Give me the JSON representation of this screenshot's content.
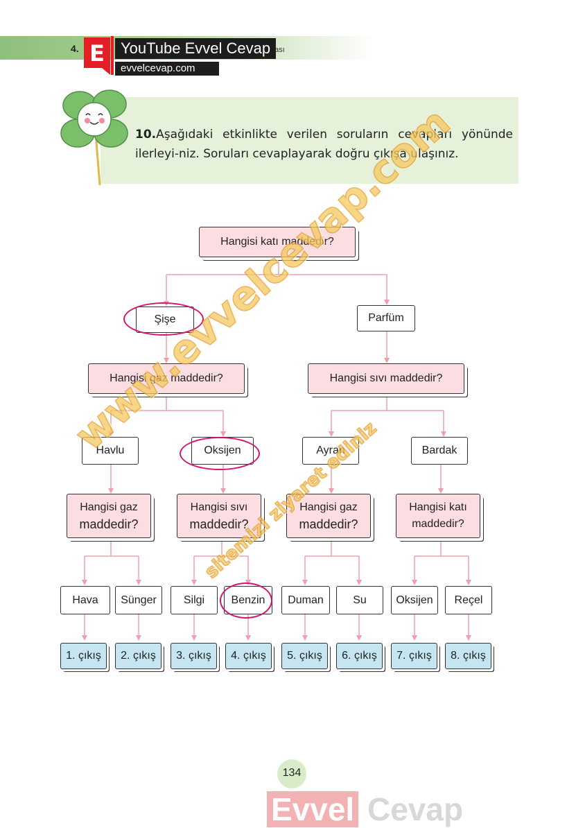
{
  "header": {
    "unit_prefix": "4.",
    "unit_suffix": "ğası",
    "logo_letter": "E",
    "brand_title": "YouTube Evvel Cevap",
    "brand_site": "evvelcevap.com"
  },
  "question": {
    "number": "10.",
    "text": "Aşağıdaki etkinlikte verilen soruların cevapları yönünde ilerleyi-niz. Soruları cevaplayarak doğru çıkışa ulaşınız."
  },
  "diagram": {
    "root_question": "Hangisi katı maddedir?",
    "level1": {
      "left": "Şişe",
      "right": "Parfüm"
    },
    "level2": {
      "left": "Hangisi gaz maddedir?",
      "right": "Hangisi sıvı maddedir?"
    },
    "level3": [
      "Havlu",
      "Oksijen",
      "Ayran",
      "Bardak"
    ],
    "level4": [
      {
        "line1": "Hangisi gaz",
        "line2": "maddedir?"
      },
      {
        "line1": "Hangisi sıvı",
        "line2": "maddedir?"
      },
      {
        "line1": "Hangisi gaz",
        "line2": "maddedir?"
      },
      {
        "line1": "Hangisi katı",
        "line2": "maddedir?"
      }
    ],
    "level5": [
      "Hava",
      "Sünger",
      "Silgi",
      "Benzin",
      "Duman",
      "Su",
      "Oksijen",
      "Reçel"
    ],
    "exits": [
      "1. çıkış",
      "2. çıkış",
      "3. çıkış",
      "4. çıkış",
      "5. çıkış",
      "6. çıkış",
      "7. çıkış",
      "8. çıkış"
    ],
    "highlight_color": "#d4146f",
    "question_box_color": "#fbdde2",
    "exit_box_color": "#c5e6f1",
    "connector_color": "#f0a0a8"
  },
  "watermark": {
    "main": "www.evvelcevap.com",
    "sub": "sitemizi ziyaret ediniz"
  },
  "footer": {
    "page_number": "134",
    "brand_part1": "Evvel",
    "brand_part2": "Cevap"
  }
}
